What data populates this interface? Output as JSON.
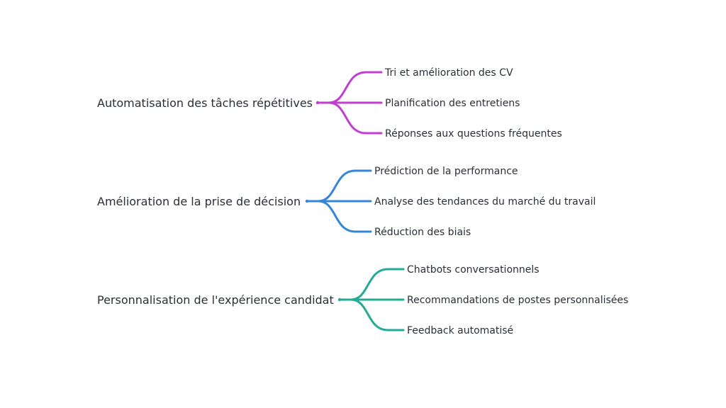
{
  "branches": [
    {
      "label": "Automatisation des tâches répétitives",
      "color": "#c03fd1",
      "children": [
        "Tri et amélioration des CV",
        "Planification des entretiens",
        "Réponses aux questions fréquentes"
      ]
    },
    {
      "label": "Amélioration de la prise de décision",
      "color": "#3487d8",
      "children": [
        "Prédiction de la performance",
        "Analyse des tendances du marché du travail",
        "Réduction des biais"
      ]
    },
    {
      "label": "Personnalisation de l'expérience candidat",
      "color": "#22ab98",
      "children": [
        "Chatbots conversationnels",
        "Recommandations de postes personnalisées",
        "Feedback automatisé"
      ]
    }
  ]
}
